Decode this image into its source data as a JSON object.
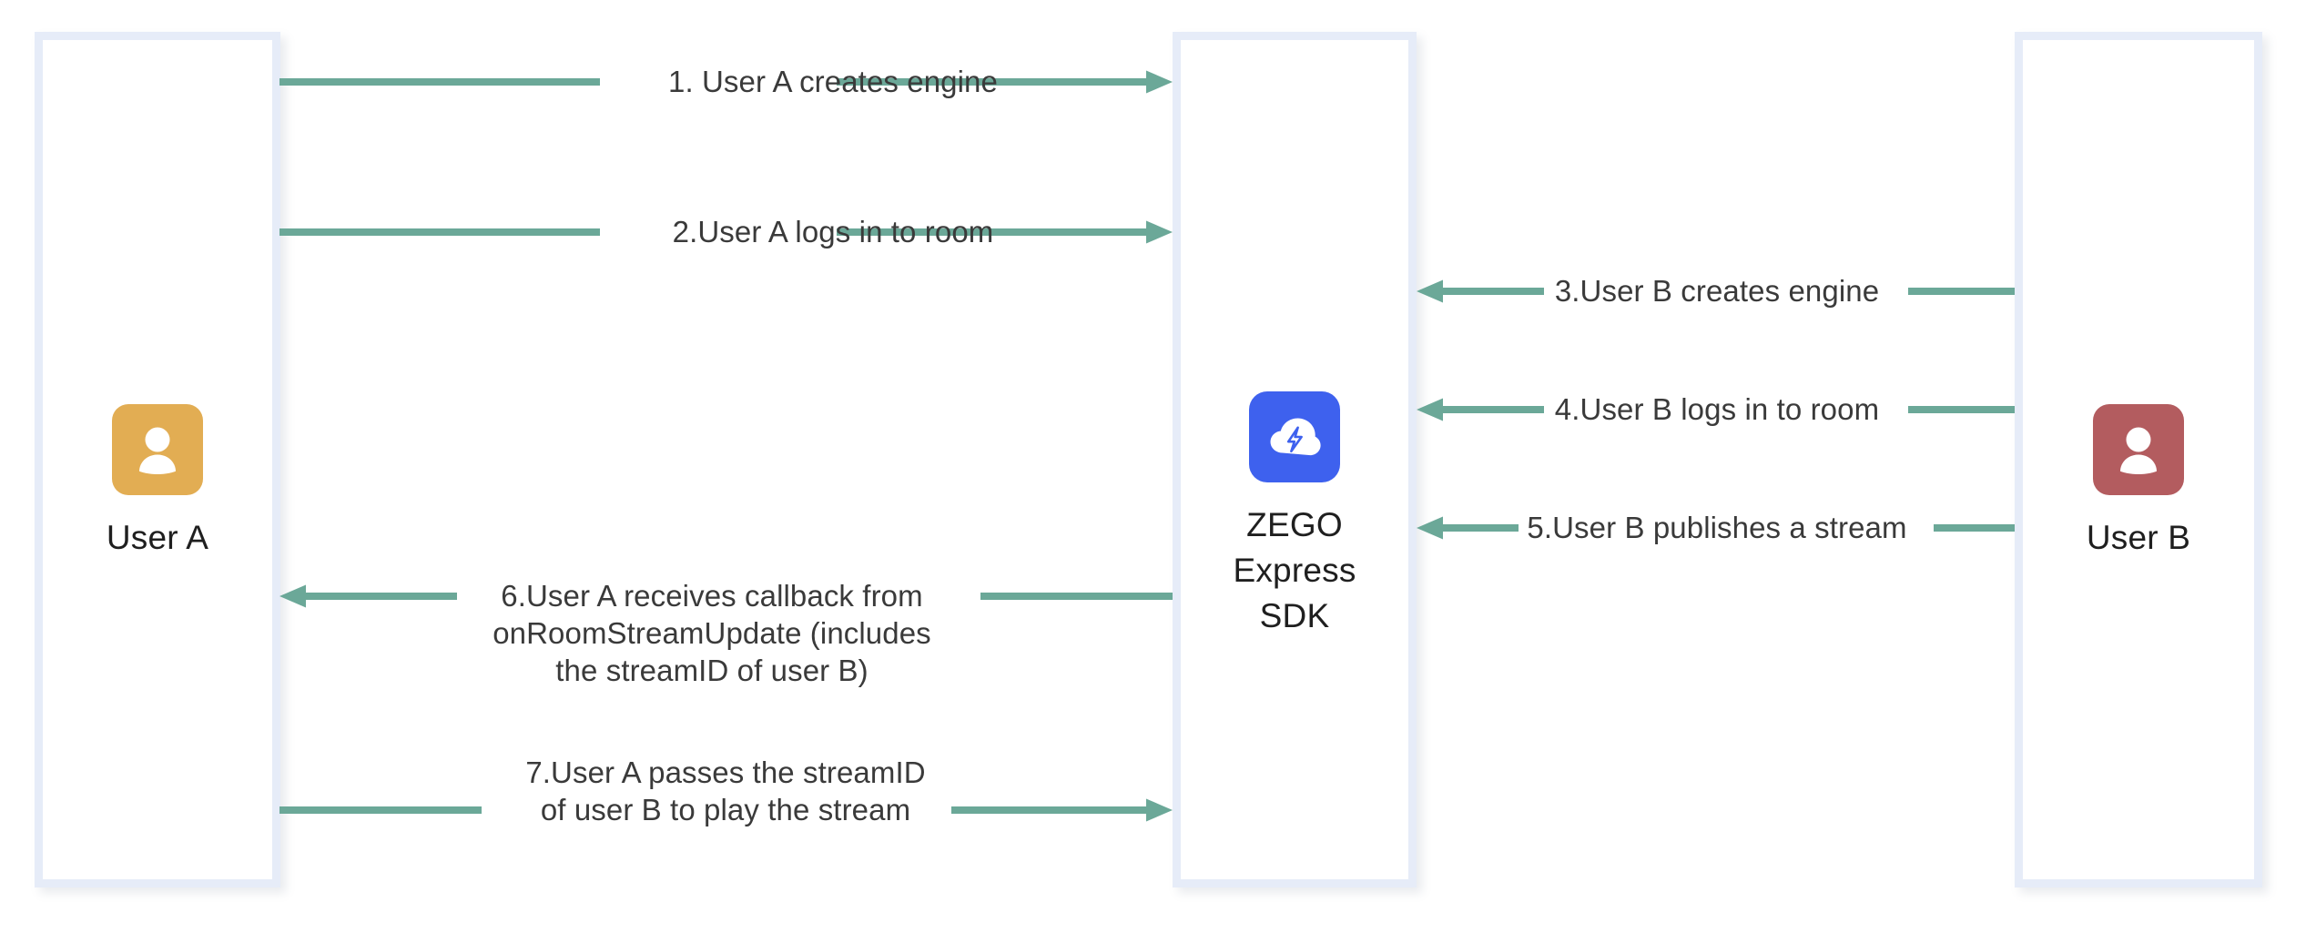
{
  "diagram": {
    "title": "ZEGO Express SDK stream publish and play flow",
    "accent_line_color": "#6ba898",
    "lane_border_color": "#e6ecf8",
    "text_color": "#3a3a3a"
  },
  "lanes": [
    {
      "id": "user-a",
      "label": "User A",
      "icon": "user-avatar-icon",
      "icon_color": "#e2ad53"
    },
    {
      "id": "zego",
      "label": "ZEGO\nExpress\nSDK",
      "icon": "zego-cloud-bolt-icon",
      "icon_color": "#3e61ee"
    },
    {
      "id": "user-b",
      "label": "User B",
      "icon": "user-avatar-icon",
      "icon_color": "#b35c5f"
    }
  ],
  "messages": [
    {
      "step": "1",
      "text": "1. User A creates engine",
      "from": "user-a",
      "to": "zego",
      "direction": "right"
    },
    {
      "step": "2",
      "text": "2.User A logs in to room",
      "from": "user-a",
      "to": "zego",
      "direction": "right"
    },
    {
      "step": "3",
      "text": "3.User B creates engine",
      "from": "user-b",
      "to": "zego",
      "direction": "left"
    },
    {
      "step": "4",
      "text": "4.User B logs in to room",
      "from": "user-b",
      "to": "zego",
      "direction": "left"
    },
    {
      "step": "5",
      "text": "5.User B publishes a stream",
      "from": "user-b",
      "to": "zego",
      "direction": "left"
    },
    {
      "step": "6",
      "text": "6.User A receives callback from\nonRoomStreamUpdate (includes\nthe streamID of user B)",
      "from": "zego",
      "to": "user-a",
      "direction": "left"
    },
    {
      "step": "7",
      "text": "7.User A passes the streamID\nof user B to play the stream",
      "from": "user-a",
      "to": "zego",
      "direction": "right"
    }
  ]
}
